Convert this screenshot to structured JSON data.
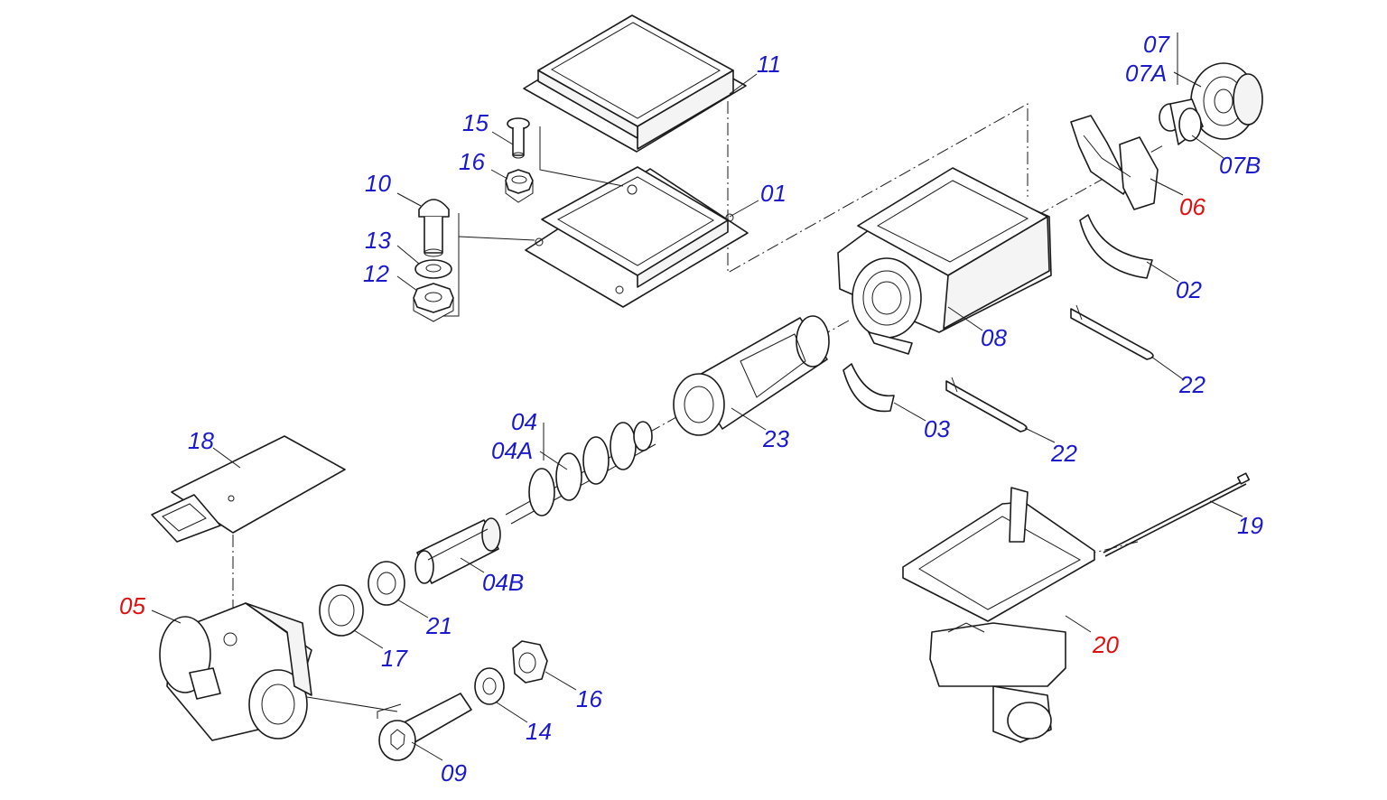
{
  "colors": {
    "blue": "#1a1acc",
    "red": "#e01010",
    "line": "#1a1a1a"
  },
  "labels": {
    "l11": {
      "text": "11",
      "color": "blue"
    },
    "l15": {
      "text": "15",
      "color": "blue"
    },
    "l16a": {
      "text": "16",
      "color": "blue"
    },
    "l10": {
      "text": "10",
      "color": "blue"
    },
    "l01": {
      "text": "01",
      "color": "blue"
    },
    "l13": {
      "text": "13",
      "color": "blue"
    },
    "l12": {
      "text": "12",
      "color": "blue"
    },
    "l07": {
      "text": "07",
      "color": "blue"
    },
    "l07A": {
      "text": "07A",
      "color": "blue"
    },
    "l07B": {
      "text": "07B",
      "color": "blue"
    },
    "l06": {
      "text": "06",
      "color": "red"
    },
    "l02": {
      "text": "02",
      "color": "blue"
    },
    "l08": {
      "text": "08",
      "color": "blue"
    },
    "l22a": {
      "text": "22",
      "color": "blue"
    },
    "l22b": {
      "text": "22",
      "color": "blue"
    },
    "l03": {
      "text": "03",
      "color": "blue"
    },
    "l23": {
      "text": "23",
      "color": "blue"
    },
    "l04": {
      "text": "04",
      "color": "blue"
    },
    "l04A": {
      "text": "04A",
      "color": "blue"
    },
    "l18": {
      "text": "18",
      "color": "blue"
    },
    "l04B": {
      "text": "04B",
      "color": "blue"
    },
    "l19": {
      "text": "19",
      "color": "blue"
    },
    "l20": {
      "text": "20",
      "color": "red"
    },
    "l05": {
      "text": "05",
      "color": "red"
    },
    "l21": {
      "text": "21",
      "color": "blue"
    },
    "l17": {
      "text": "17",
      "color": "blue"
    },
    "l16b": {
      "text": "16",
      "color": "blue"
    },
    "l14": {
      "text": "14",
      "color": "blue"
    },
    "l09": {
      "text": "09",
      "color": "blue"
    }
  }
}
